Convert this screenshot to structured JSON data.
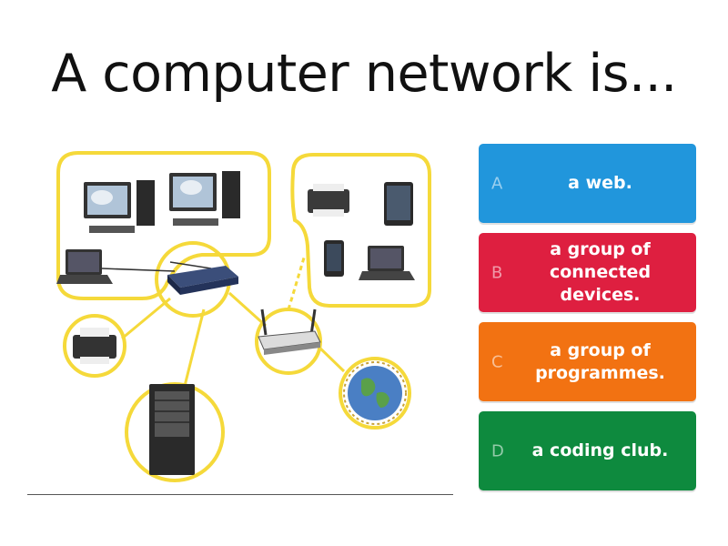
{
  "question": {
    "text": "A computer network is..."
  },
  "answers": [
    {
      "letter": "A",
      "text": "a web.",
      "color": "#2196dc"
    },
    {
      "letter": "B",
      "text": "a group of connected devices.",
      "color": "#de1f40"
    },
    {
      "letter": "C",
      "text": "a group of programmes.",
      "color": "#f27212"
    },
    {
      "letter": "D",
      "text": "a coding club.",
      "color": "#0e8a3e"
    }
  ],
  "illustration": {
    "accent": "#f5d93a",
    "icons": [
      "desktop-computer-icon",
      "laptop-icon",
      "network-switch-icon",
      "printer-icon",
      "tablet-icon",
      "smartphone-icon",
      "wireless-router-icon",
      "server-tower-icon",
      "globe-icon"
    ]
  }
}
